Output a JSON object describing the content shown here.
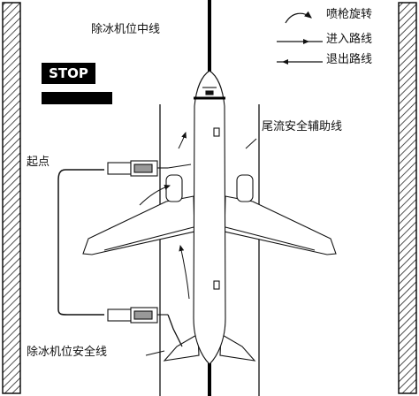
{
  "labels": {
    "centerline": "除冰机位中线",
    "jetblast": "尾流安全辅助线",
    "start": "起点",
    "safetyline": "除冰机位安全线"
  },
  "legend": {
    "spray": "喷枪旋转",
    "enter": "进入路线",
    "exit": "退出路线"
  },
  "stop": {
    "text": "STOP"
  }
}
